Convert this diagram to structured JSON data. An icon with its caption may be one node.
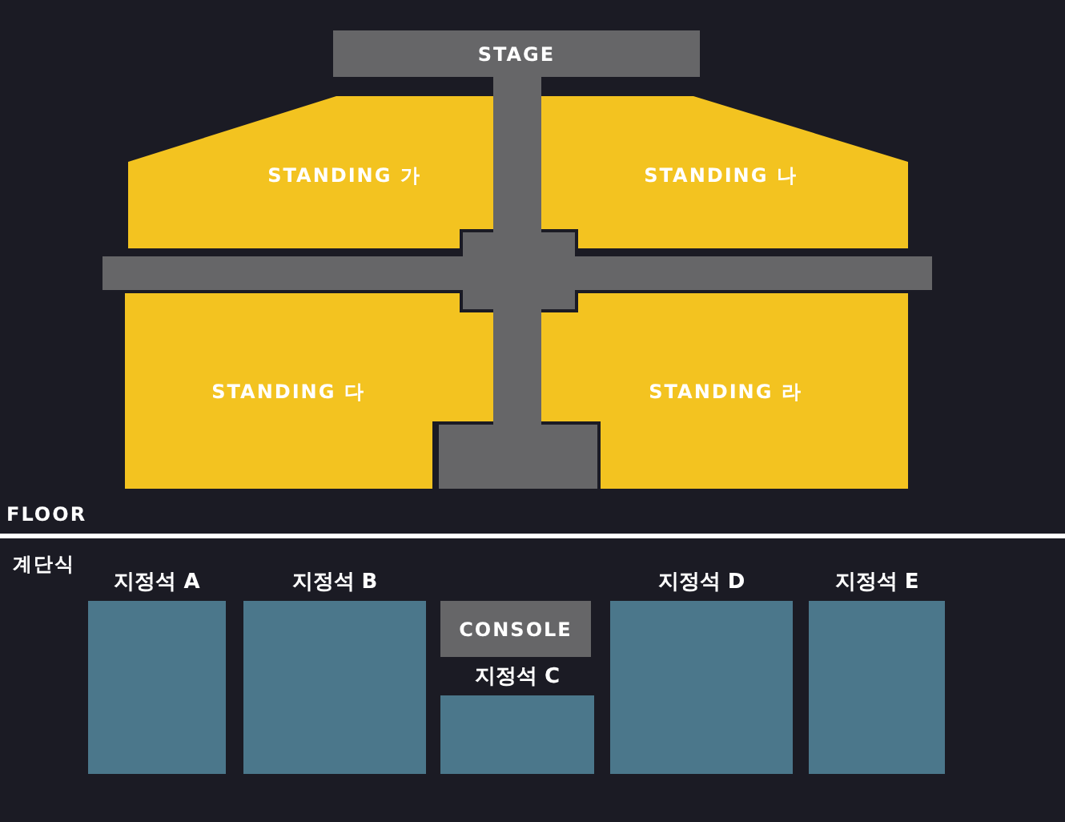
{
  "diagram": {
    "nodes": [
      {
        "text": [
          "STAGE"
        ]
      },
      {
        "text": [
          "STANDING 가"
        ]
      },
      {
        "text": [
          "STANDING 나"
        ]
      },
      {
        "text": [
          "STANDING 다"
        ]
      },
      {
        "text": [
          "STANDING 라"
        ]
      },
      {
        "text": [
          "지정석 A"
        ]
      },
      {
        "text": [
          "지정석 B"
        ]
      },
      {
        "text": [
          "CONSOLE"
        ]
      },
      {
        "text": [
          "지정석 C"
        ]
      },
      {
        "text": [
          "지정석 D"
        ]
      },
      {
        "text": [
          "지정석 E"
        ]
      }
    ],
    "labels": [
      "FLOOR",
      "계단식"
    ]
  }
}
